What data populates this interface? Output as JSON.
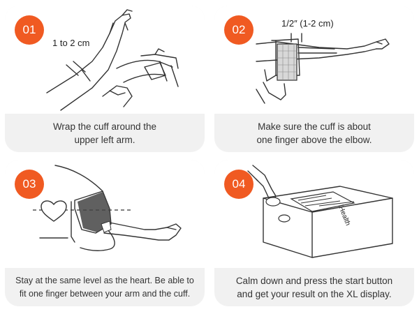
{
  "steps": [
    {
      "number": "01",
      "caption_line1": "Wrap the cuff around the",
      "caption_line2": "upper left arm.",
      "label": "1 to 2 cm"
    },
    {
      "number": "02",
      "caption_line1": "Make sure the cuff is about",
      "caption_line2": "one finger above the elbow.",
      "label": "1/2″  (1-2 cm)"
    },
    {
      "number": "03",
      "caption_line1": "Stay at the same level as the heart. Be able to",
      "caption_line2": "fit one finger between your arm and the cuff."
    },
    {
      "number": "04",
      "caption_line1": "Calm down and press the start button",
      "caption_line2": "and get your result on the XL display.",
      "device_brand": "iHealth"
    }
  ],
  "colors": {
    "badge": "#f05a22",
    "card_bg": "#f1f1f1",
    "line": "#333333"
  }
}
